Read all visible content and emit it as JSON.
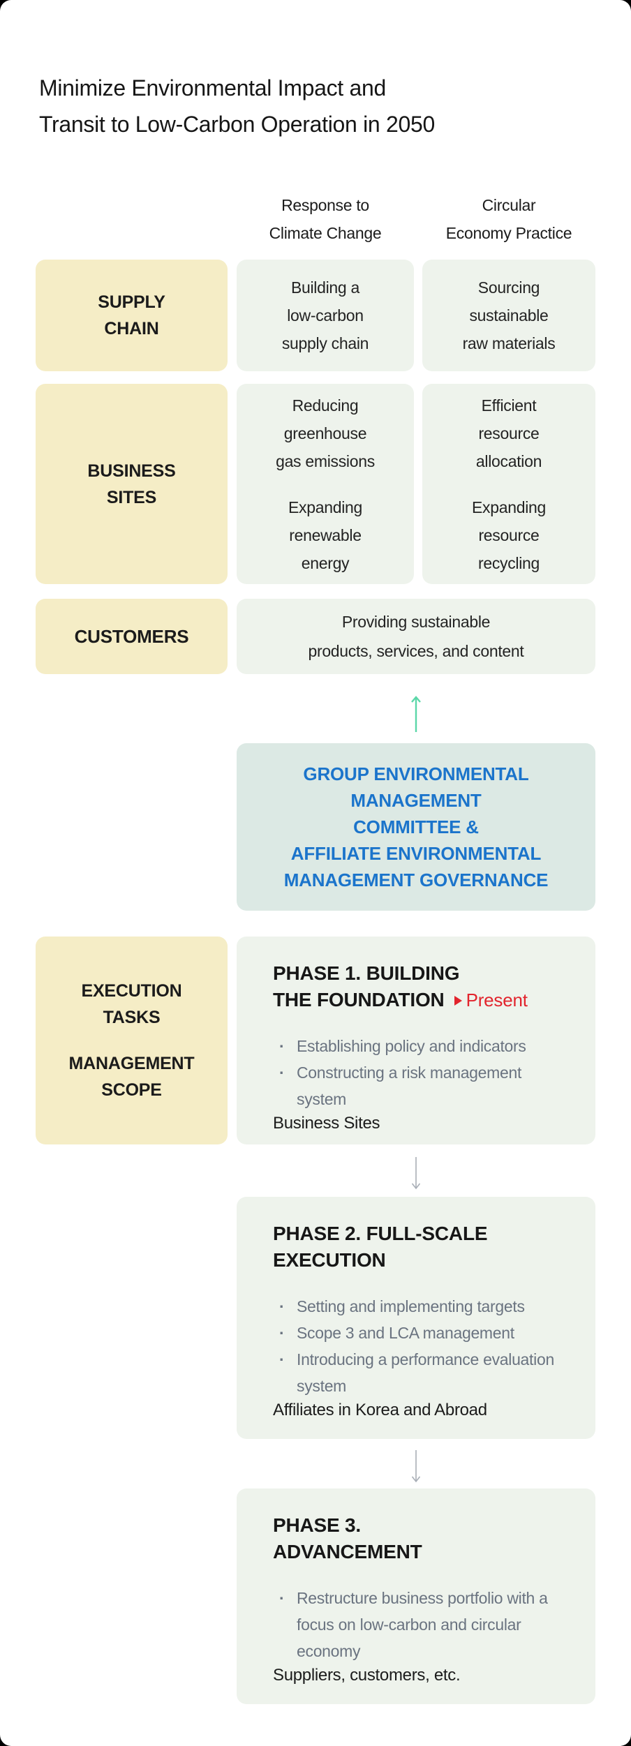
{
  "title": {
    "line1": "Minimize Environmental Impact and",
    "line2": "Transit to Low-Carbon Operation in 2050"
  },
  "column_headers": {
    "climate": {
      "line1": "Response to",
      "line2": "Climate Change"
    },
    "circular": {
      "line1": "Circular",
      "line2": "Economy Practice"
    }
  },
  "rows": {
    "supply_chain": {
      "label": {
        "line1": "SUPPLY",
        "line2": "CHAIN"
      },
      "climate": {
        "line1": "Building a",
        "line2": "low-carbon",
        "line3": "supply chain"
      },
      "circular": {
        "line1": "Sourcing",
        "line2": "sustainable",
        "line3": "raw materials"
      }
    },
    "business_sites": {
      "label": {
        "line1": "BUSINESS",
        "line2": "SITES"
      },
      "climate_top": {
        "line1": "Reducing",
        "line2": "greenhouse",
        "line3": "gas emissions"
      },
      "climate_bottom": {
        "line1": "Expanding",
        "line2": "renewable",
        "line3": "energy"
      },
      "circular_top": {
        "line1": "Efficient",
        "line2": "resource",
        "line3": "allocation"
      },
      "circular_bottom": {
        "line1": "Expanding",
        "line2": "resource",
        "line3": "recycling"
      }
    },
    "customers": {
      "label": {
        "line1": "CUSTOMERS"
      },
      "content": {
        "line1": "Providing sustainable",
        "line2": "products, services, and content"
      }
    }
  },
  "governance": {
    "line1": "GROUP ENVIRONMENTAL",
    "line2": "MANAGEMENT",
    "line3": "COMMITTEE &",
    "line4": "AFFILIATE ENVIRONMENTAL",
    "line5": "MANAGEMENT GOVERNANCE"
  },
  "execution_label": {
    "group1": {
      "line1": "EXECUTION",
      "line2": "TASKS"
    },
    "group2": {
      "line1": "MANAGEMENT",
      "line2": "SCOPE"
    }
  },
  "phases": {
    "phase1": {
      "title_line1": "PHASE 1. BUILDING",
      "title_line2": "THE FOUNDATION",
      "marker_label": "Present",
      "bullets": [
        "Establishing policy and indicators",
        "Constructing a risk management system"
      ],
      "scope": "Business Sites"
    },
    "phase2": {
      "title_line1": "PHASE 2. FULL-SCALE",
      "title_line2": "EXECUTION",
      "bullets": [
        "Setting and implementing targets",
        "Scope 3 and LCA management",
        "Introducing a performance evaluation system"
      ],
      "scope": "Affiliates in Korea and Abroad"
    },
    "phase3": {
      "title_line1": "PHASE 3.",
      "title_line2": "ADVANCEMENT",
      "bullets": [
        "Restructure business portfolio with a focus on low-carbon and circular economy"
      ],
      "scope": "Suppliers, customers, etc."
    }
  },
  "colors": {
    "label_yellow": "#F5EDC6",
    "cell_green": "#EEF3EC",
    "governance_teal": "#DCE9E4",
    "accent_blue": "#1B74CB",
    "present_red": "#E2242D",
    "mint_arrow": "#5BD7A8",
    "gray_arrow": "#A8AEB6"
  }
}
